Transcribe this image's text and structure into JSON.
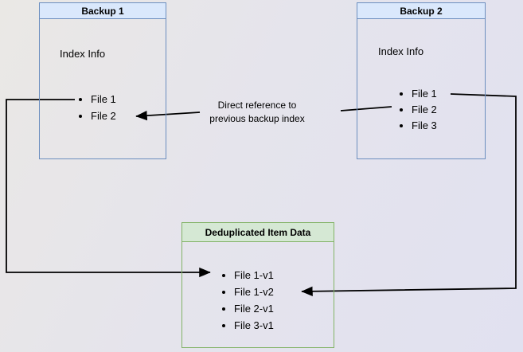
{
  "diagram": {
    "backup1": {
      "title": "Backup 1",
      "index_label": "Index Info",
      "files": [
        "File 1",
        "File 2"
      ]
    },
    "backup2": {
      "title": "Backup 2",
      "index_label": "Index Info",
      "files": [
        "File 1",
        "File 2",
        "File 3"
      ]
    },
    "dedup": {
      "title": "Deduplicated Item Data",
      "files": [
        "File 1-v1",
        "File 1-v2",
        "File 2-v1",
        "File 3-v1"
      ]
    },
    "edge_label": "Direct reference to previous backup index",
    "colors": {
      "blue_header_fill": "#DAE8FC",
      "blue_border": "#6C8EBF",
      "green_header_fill": "#D5E8D4",
      "green_border": "#82B366",
      "connector": "#000000",
      "background_left": "#EAE8E5",
      "background_right": "#E1E1F0"
    }
  }
}
